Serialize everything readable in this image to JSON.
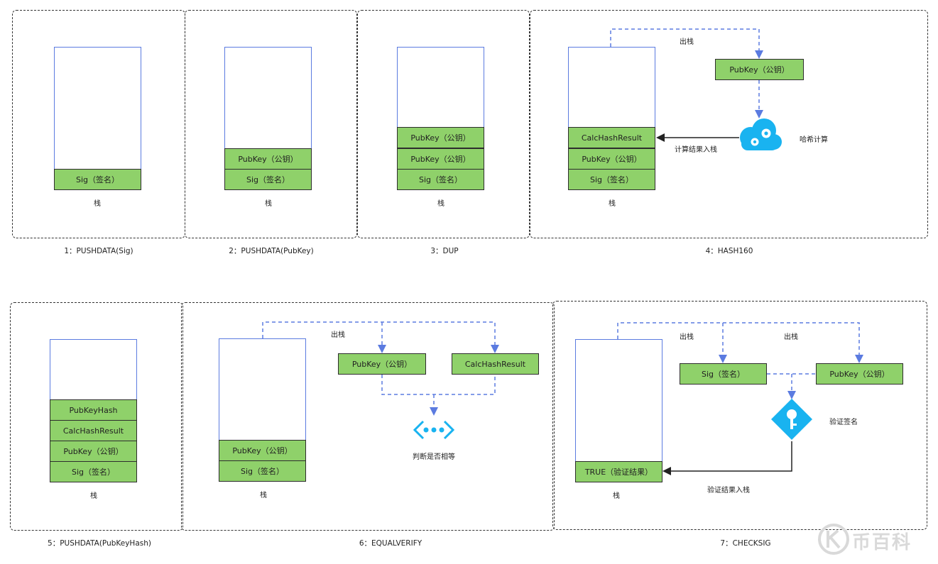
{
  "panels": [
    {
      "caption": "1：PUSHDATA(Sig)",
      "stack_label": "栈",
      "cells": [
        "Sig（签名）"
      ]
    },
    {
      "caption": "2：PUSHDATA(PubKey)",
      "stack_label": "栈",
      "cells": [
        "PubKey（公钥）",
        "Sig（签名）"
      ]
    },
    {
      "caption": "3：DUP",
      "stack_label": "栈",
      "cells": [
        "PubKey（公钥）",
        "PubKey（公钥）",
        "Sig（签名）"
      ]
    },
    {
      "caption": "4：HASH160",
      "stack_label": "栈",
      "cells": [
        "CalcHashResult",
        "PubKey（公钥）",
        "Sig（签名）"
      ],
      "pop_label": "出栈",
      "popped": "PubKey（公钥）",
      "action_label": "哈希计算",
      "push_label": "计算结果入栈"
    },
    {
      "caption": "5：PUSHDATA(PubKeyHash)",
      "stack_label": "栈",
      "cells": [
        "PubKeyHash",
        "CalcHashResult",
        "PubKey（公钥）",
        "Sig（签名）"
      ]
    },
    {
      "caption": "6：EQUALVERIFY",
      "stack_label": "栈",
      "cells": [
        "PubKey（公钥）",
        "Sig（签名）"
      ],
      "pop_label": "出栈",
      "popped": [
        "PubKey（公钥）",
        "CalcHashResult"
      ],
      "action_label": "判断是否相等"
    },
    {
      "caption": "7：CHECKSIG",
      "stack_label": "栈",
      "cells": [
        "TRUE（验证结果）"
      ],
      "pop_label_left": "出栈",
      "pop_label_right": "出栈",
      "popped": [
        "Sig（签名）",
        "PubKey（公钥）"
      ],
      "action_label": "验证签名",
      "push_label": "验证结果入栈"
    }
  ],
  "watermark": "币百科",
  "colors": {
    "cell": "#8fd16a",
    "stack_border": "#5b7be0",
    "arrow_dash": "#5b7be0",
    "icon": "#19b3f0"
  }
}
